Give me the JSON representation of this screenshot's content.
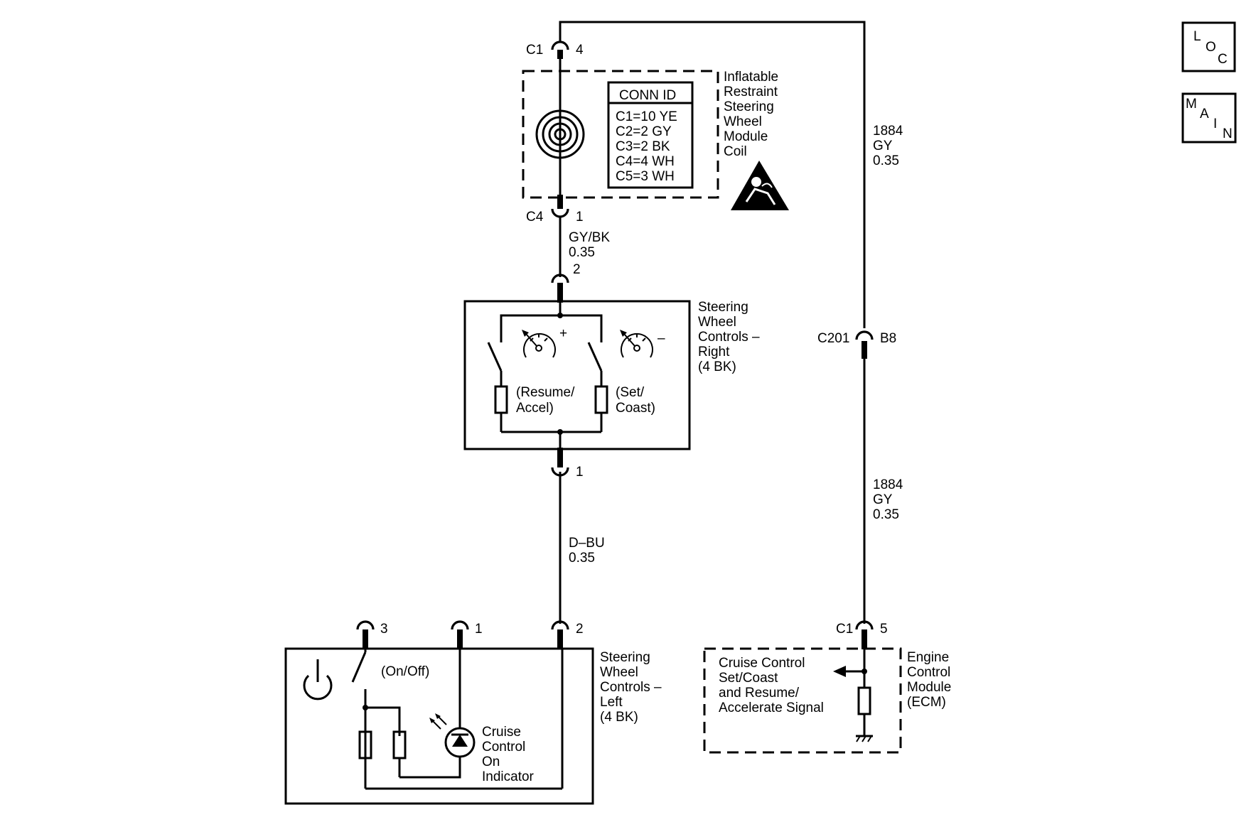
{
  "nav": {
    "loc_letters": [
      "L",
      "O",
      "C"
    ],
    "main_letters": [
      "M",
      "A",
      "I",
      "N"
    ]
  },
  "coil": {
    "label_lines": [
      "Inflatable",
      "Restraint",
      "Steering",
      "Wheel",
      "Module",
      "Coil"
    ],
    "conn_id_title": "CONN ID",
    "conn_ids": [
      "C1=10 YE",
      "C2=2 GY",
      "C3=2 BK",
      "C4=4 WH",
      "C5=3 WH"
    ],
    "top_connector": "C1",
    "top_pin": "4",
    "bottom_connector": "C4",
    "bottom_pin": "1"
  },
  "wires": {
    "coil_to_right": [
      "GY/BK",
      "0.35"
    ],
    "right_to_left": [
      "D–BU",
      "0.35"
    ],
    "ecm_upper": [
      "1884",
      "GY",
      "0.35"
    ],
    "ecm_lower": [
      "1884",
      "GY",
      "0.35"
    ]
  },
  "c201": {
    "connector": "C201",
    "pin": "B8"
  },
  "right_controls": {
    "label_lines": [
      "Steering",
      "Wheel",
      "Controls –",
      "Right",
      "(4 BK)"
    ],
    "top_pin": "2",
    "bottom_pin": "1",
    "resume_label": [
      "(Resume/",
      "Accel)"
    ],
    "set_label": [
      "(Set/",
      "Coast)"
    ],
    "plus_sign": "+",
    "minus_sign": "–"
  },
  "left_controls": {
    "label_lines": [
      "Steering",
      "Wheel",
      "Controls –",
      "Left",
      "(4 BK)"
    ],
    "pins": [
      "3",
      "1",
      "2"
    ],
    "onoff_label": "(On/Off)",
    "indicator_label": [
      "Cruise",
      "Control",
      "On",
      "Indicator"
    ],
    "icons": [
      "power-icon",
      "led-diode-icon"
    ]
  },
  "ecm": {
    "label_lines": [
      "Engine",
      "Control",
      "Module",
      "(ECM)"
    ],
    "connector": "C1",
    "pin": "5",
    "signal_label": [
      "Cruise Control",
      "Set/Coast",
      "and Resume/",
      "Accelerate Signal"
    ]
  }
}
